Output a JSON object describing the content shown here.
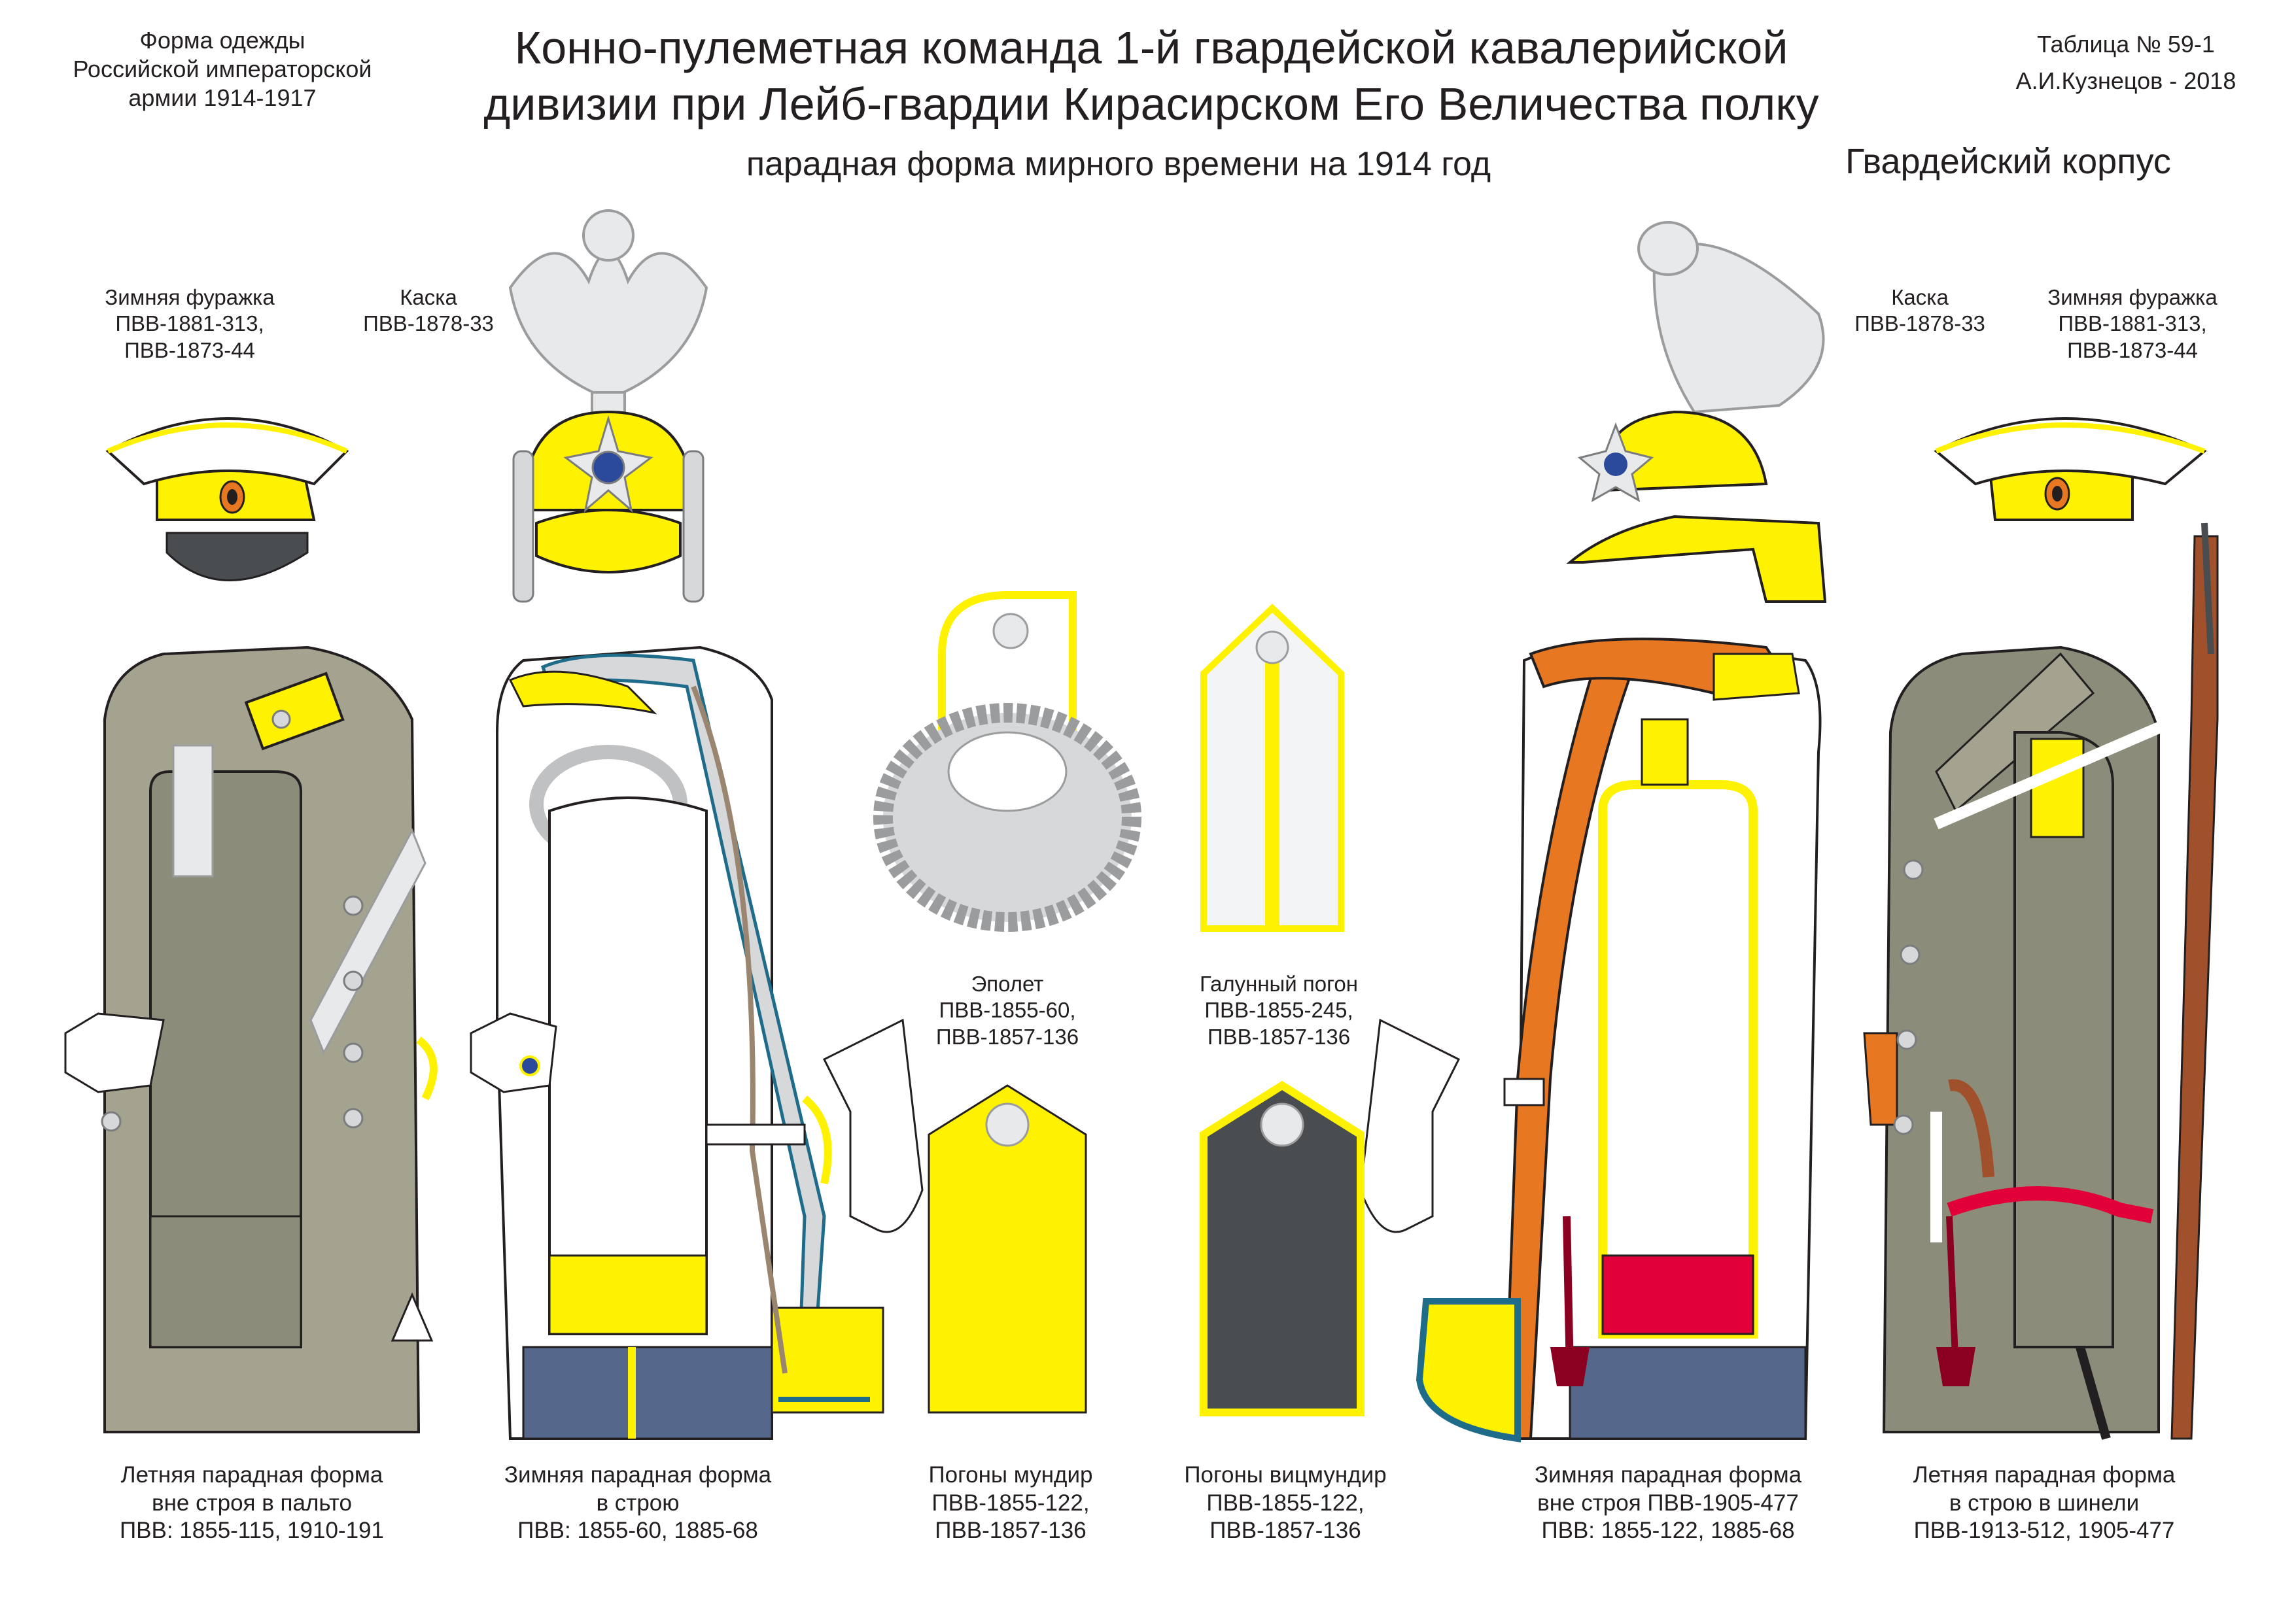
{
  "header": {
    "left_lines": [
      "Форма одежды",
      "Российской императорской",
      "армии  1914-1917"
    ],
    "title_lines": [
      "Конно-пулеметная команда 1-й гвардейской кавалерийской",
      "дивизии при Лейб-гвардии Кирасирском Его Величества полку"
    ],
    "subtitle": "парадная форма мирного времени на 1914 год",
    "right_lines": [
      "Таблица № 59-1",
      "А.И.Кузнецов - 2018"
    ],
    "corps": "Гвардейский корпус"
  },
  "labels": {
    "cap_left": [
      "Зимняя фуражка",
      "ПВВ-1881-313,",
      "ПВВ-1873-44"
    ],
    "helmet_left": [
      "Каска",
      "ПВВ-1878-33"
    ],
    "helmet_right": [
      "Каска",
      "ПВВ-1878-33"
    ],
    "cap_right": [
      "Зимняя фуражка",
      "ПВВ-1881-313,",
      "ПВВ-1873-44"
    ],
    "epaulette": [
      "Эполет",
      "ПВВ-1855-60,",
      "ПВВ-1857-136"
    ],
    "galloon": [
      "Галунный погон",
      "ПВВ-1855-245,",
      "ПВВ-1857-136"
    ]
  },
  "captions": [
    [
      "Летняя парадная форма",
      "вне строя в пальто",
      "ПВВ: 1855-115, 1910-191"
    ],
    [
      "Зимняя парадная форма",
      "в строю",
      "ПВВ: 1855-60, 1885-68"
    ],
    [
      "Погоны мундир",
      "ПВВ-1855-122,",
      "ПВВ-1857-136"
    ],
    [
      "Погоны вицмундир",
      "ПВВ-1855-122,",
      "ПВВ-1857-136"
    ],
    [
      "Зимняя парадная форма",
      "вне строя ПВВ-1905-477",
      "ПВВ: 1855-122, 1885-68"
    ],
    [
      "Летняя парадная форма",
      "в строю в шинели",
      "ПВВ-1913-512, 1905-477"
    ]
  ],
  "colors": {
    "yellow": "#fff200",
    "khaki": "#a3a38f",
    "khaki_dark": "#8c8c7a",
    "white": "#ffffff",
    "silver": "#d6d8da",
    "grey_dark": "#4a4d4f",
    "blue_trousers": "#56678c",
    "orange": "#e87722",
    "teal": "#1f6b8a",
    "crimson": "#e2003a",
    "dark_red": "#8b0020",
    "brown": "#a0502a"
  }
}
